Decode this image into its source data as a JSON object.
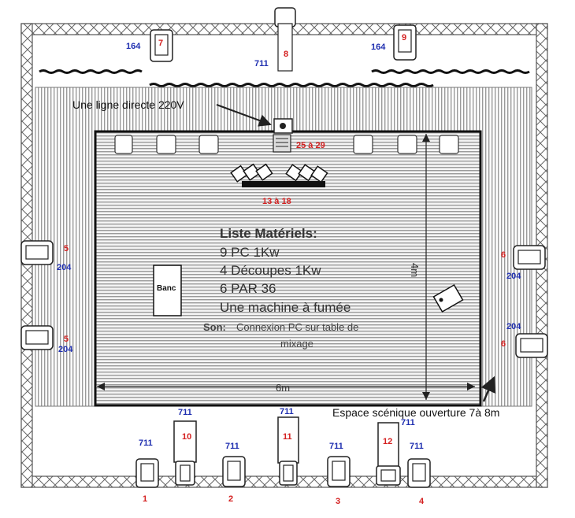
{
  "labels": {
    "direct_line": "Une ligne directe 220V",
    "range_top": "25 à 29",
    "range_par": "13 à 18",
    "list_title": "Liste Matériels:",
    "item1": "9 PC 1Kw",
    "item2": "4 Découpes 1Kw",
    "item3": "6 PAR 36",
    "item4": "Une machine à fumée",
    "son_label": "Son:",
    "son_text1": "Connexion PC sur table de",
    "son_text2": "mixage",
    "banc": "Banc",
    "dim_4m": "4m",
    "dim_6m": "6m",
    "stage_note": "Espace scénique ouverture 7à 8m"
  },
  "fixtures": {
    "f7": {
      "num": "7",
      "model": "164"
    },
    "f8": {
      "num": "8",
      "model": "711"
    },
    "f9": {
      "num": "9",
      "model": "164"
    },
    "f5a": {
      "num": "5",
      "model": "204"
    },
    "f5b": {
      "num": "5",
      "model": "204"
    },
    "f6a": {
      "num": "6",
      "model": "204"
    },
    "f6b": {
      "num": "6",
      "model": "204"
    },
    "f1": {
      "num": "1",
      "model": "711"
    },
    "f10": {
      "num": "10",
      "model": "711"
    },
    "f2": {
      "num": "2",
      "model": "711"
    },
    "f11": {
      "num": "11",
      "model": "711"
    },
    "f3": {
      "num": "3",
      "model": "711"
    },
    "f12": {
      "num": "12",
      "model": "711"
    },
    "f4": {
      "num": "4",
      "model": "711"
    }
  },
  "colors": {
    "number_red": "#d42020",
    "model_blue": "#1f2fb0"
  }
}
